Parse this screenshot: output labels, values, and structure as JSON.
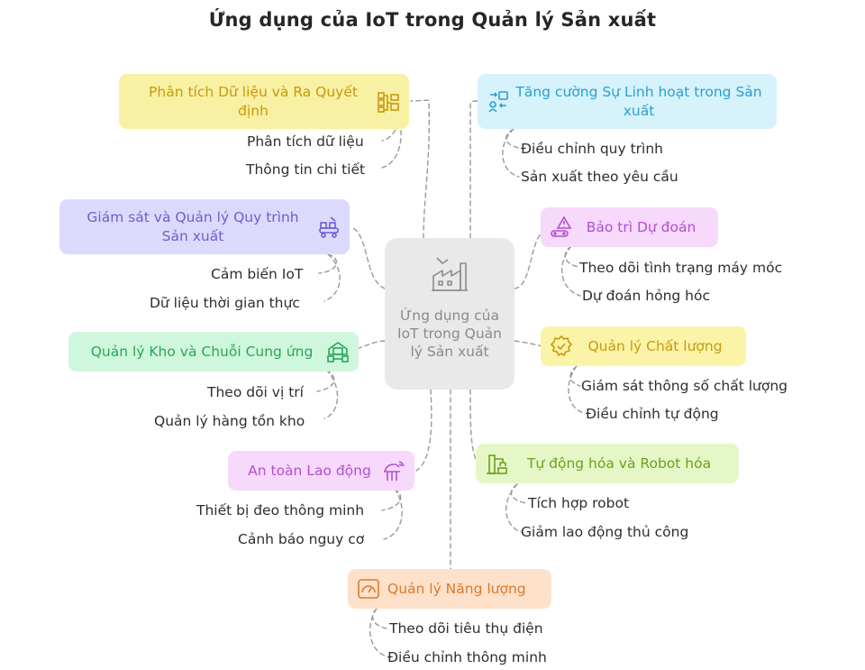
{
  "title": "Ứng dụng của IoT trong Quản lý Sản xuất",
  "center": {
    "label": "Ứng dụng của IoT trong Quản lý Sản xuất",
    "icon": "factory-icon"
  },
  "branches": {
    "analytics": {
      "label": "Phân tích Dữ liệu và Ra Quyết định",
      "icon": "data-blocks-icon",
      "color": "#f8f0a3",
      "text_color": "#c79a0c",
      "leaves": [
        "Phân tích dữ liệu",
        "Thông tin chi tiết"
      ]
    },
    "monitoring": {
      "label": "Giám sát và Quản lý Quy trình Sản xuất",
      "icon": "conveyor-icon",
      "color": "#dcdafc",
      "text_color": "#6c5fd0",
      "leaves": [
        "Cảm biến IoT",
        "Dữ liệu thời gian thực"
      ]
    },
    "warehouse": {
      "label": "Quản lý Kho và Chuỗi Cung ứng",
      "icon": "warehouse-icon",
      "color": "#cff7dd",
      "text_color": "#2ba55b",
      "leaves": [
        "Theo dõi vị trí",
        "Quản lý hàng tồn kho"
      ]
    },
    "safety": {
      "label": "An toàn Lao động",
      "icon": "safety-hat-icon",
      "color": "#f6d9fb",
      "text_color": "#b34fd0",
      "leaves": [
        "Thiết bị đeo thông minh",
        "Cảnh báo nguy cơ"
      ]
    },
    "energy": {
      "label": "Quản lý Năng lượng",
      "icon": "gauge-icon",
      "color": "#fde1cb",
      "text_color": "#db7a2c",
      "leaves": [
        "Theo dõi tiêu thụ điện",
        "Điều chỉnh thông minh"
      ]
    },
    "flexibility": {
      "label": "Tăng cường Sự Linh hoạt trong Sản xuất",
      "icon": "exchange-icon",
      "color": "#d6f2fb",
      "text_color": "#2a9fd2",
      "leaves": [
        "Điều chỉnh quy trình",
        "Sản xuất theo yêu cầu"
      ]
    },
    "maintenance": {
      "label": "Bảo trì Dự đoán",
      "icon": "warning-conveyor-icon",
      "color": "#f6d9fb",
      "text_color": "#b34fd0",
      "leaves": [
        "Theo dõi tình trạng máy móc",
        "Dự đoán hỏng hóc"
      ]
    },
    "quality": {
      "label": "Quản lý Chất lượng",
      "icon": "quality-badge-icon",
      "color": "#fbf3a7",
      "text_color": "#c79a0c",
      "leaves": [
        "Giám sát thông số chất lượng",
        "Điều chỉnh tự động"
      ]
    },
    "automation": {
      "label": "Tự động hóa và Robot hóa",
      "icon": "robot-arm-icon",
      "color": "#e6f7c7",
      "text_color": "#6aa11c",
      "leaves": [
        "Tích hợp robot",
        "Giảm lao động thủ công"
      ]
    }
  }
}
